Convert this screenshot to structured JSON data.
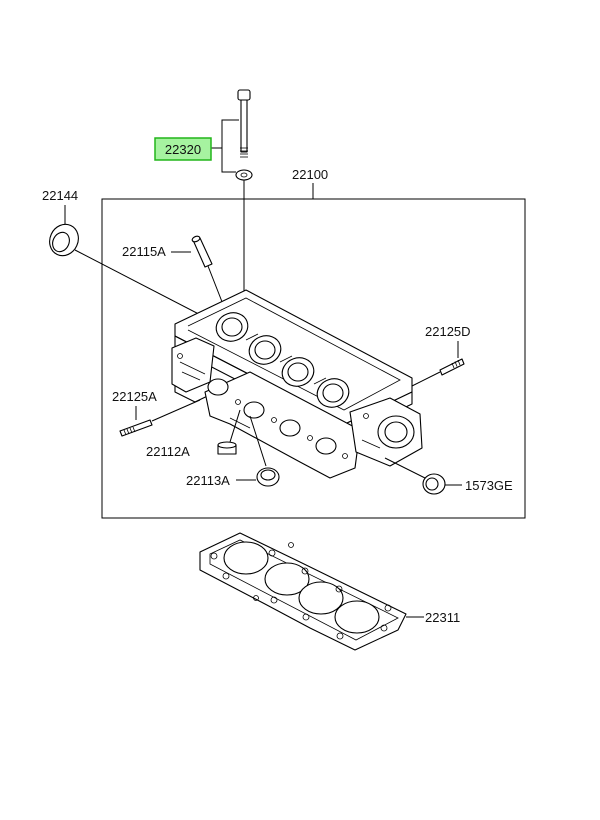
{
  "parts": {
    "bolt_22320": "22320",
    "head_assy_22100": "22100",
    "seal_22144": "22144",
    "guide_22115A": "22115A",
    "stud_22125D": "22125D",
    "stud_22125A": "22125A",
    "ring_22112A": "22112A",
    "seal_22113A": "22113A",
    "seal_1573GE": "1573GE",
    "gasket_22311": "22311"
  },
  "highlight": {
    "part": "22320",
    "fill": "#a6f3a0",
    "stroke": "#22b51a"
  }
}
